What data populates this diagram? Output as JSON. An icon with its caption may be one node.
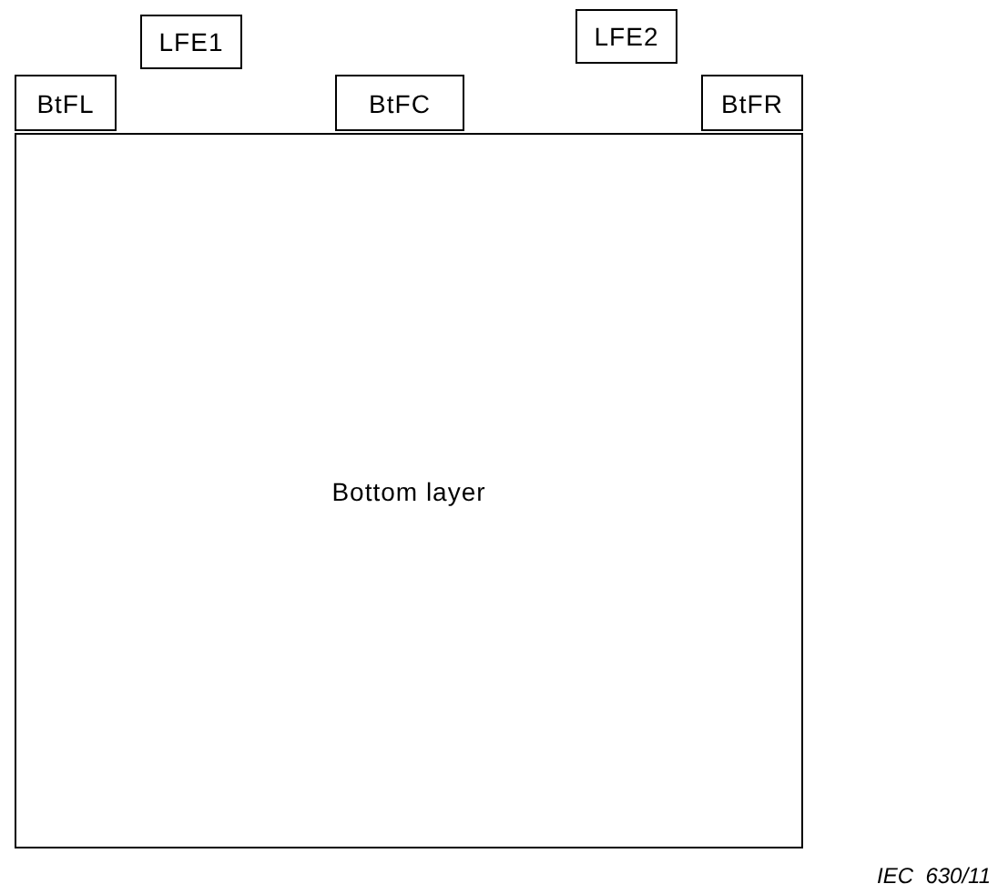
{
  "diagram": {
    "nodes": [
      {
        "text": [
          "LFE1"
        ]
      },
      {
        "text": [
          "LFE2"
        ]
      },
      {
        "text": [
          "BtFL"
        ]
      },
      {
        "text": [
          "BtFC"
        ]
      },
      {
        "text": [
          "BtFR"
        ]
      },
      {
        "text": [
          "Bottom layer"
        ]
      }
    ],
    "labels": [
      "IEC  630/11"
    ]
  }
}
